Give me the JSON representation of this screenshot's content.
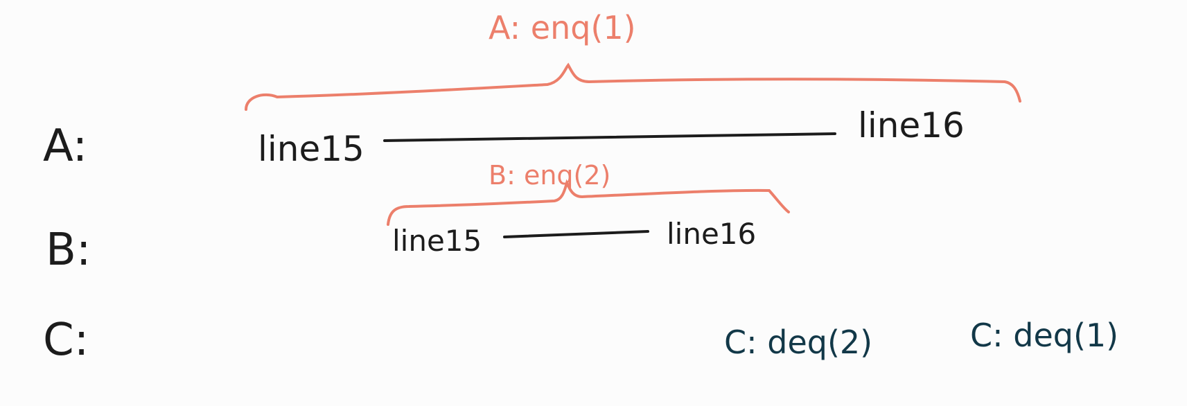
{
  "rows": [
    {
      "id": "A",
      "label": "A:"
    },
    {
      "id": "B",
      "label": "B:"
    },
    {
      "id": "C",
      "label": "C:"
    }
  ],
  "intervals": {
    "A": {
      "start_label": "line15",
      "end_label": "line16",
      "annotation": "A: enq(1)"
    },
    "B": {
      "start_label": "line15",
      "end_label": "line16",
      "annotation": "B: enq(2)"
    }
  },
  "events": {
    "C_first": "C: deq(2)",
    "C_second": "C: deq(1)"
  },
  "colors": {
    "ink": "#1c1c1c",
    "annotation": "#ec7f6b",
    "dequeue": "#123848",
    "background": "#fcfcfc"
  }
}
